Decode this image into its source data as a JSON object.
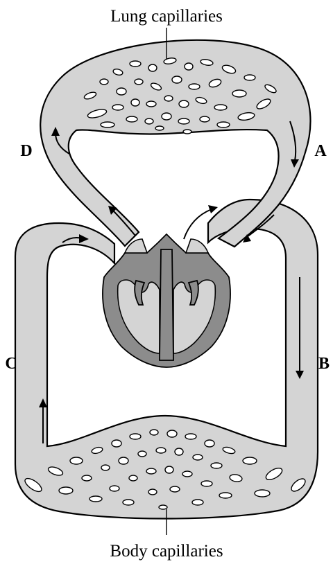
{
  "labels": {
    "lung_capillaries": "Lung capillaries",
    "body_capillaries": "Body capillaries",
    "vessel_a": "A",
    "vessel_b": "B",
    "vessel_c": "C",
    "vessel_d": "D"
  },
  "colors": {
    "vessel_fill": "#d4d4d4",
    "heart_muscle": "#8c8c8c",
    "outline": "#000000",
    "background": "#ffffff"
  }
}
